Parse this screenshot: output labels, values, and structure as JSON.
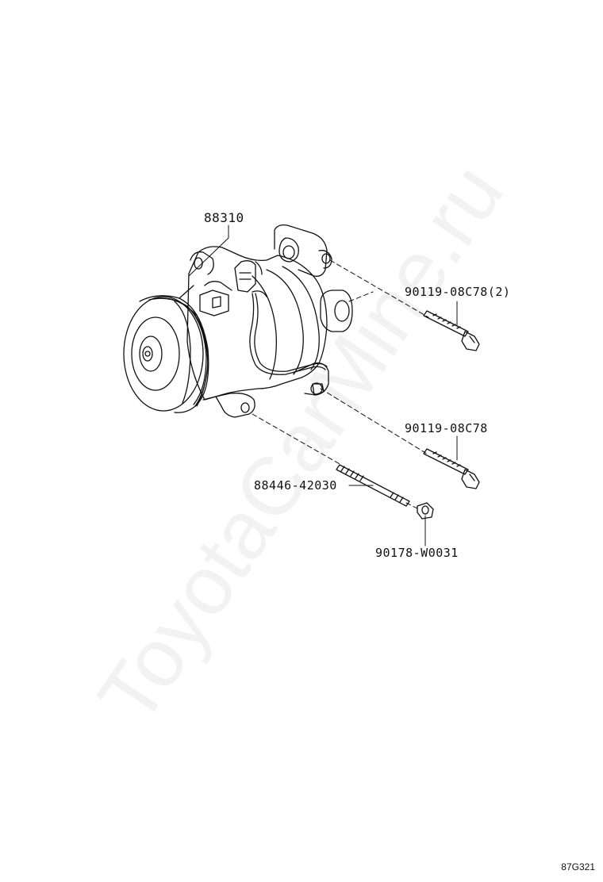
{
  "watermark": "ToyotaCarMine.ru",
  "figure_code": "87G321",
  "parts": {
    "compressor": "88310",
    "bolt_upper": "90119-08C78(2)",
    "bolt_lower": "90119-08C78",
    "stud": "88446-42030",
    "nut": "90178-W0031"
  },
  "colors": {
    "line": "#111111",
    "watermark": "#0000000d"
  }
}
